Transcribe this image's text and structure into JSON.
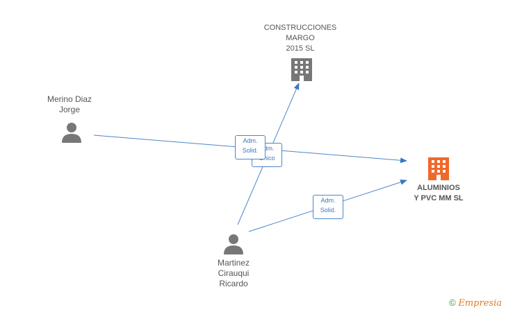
{
  "nodes": {
    "construcciones": {
      "label": "CONSTRUCCIONES\nMARGO\n2015  SL",
      "icon": "building-icon",
      "color": "#777777"
    },
    "merino": {
      "label": "Merino Diaz\nJorge",
      "icon": "person-icon",
      "color": "#777777"
    },
    "aluminios": {
      "label": "ALUMINIOS\nY PVC MM  SL",
      "icon": "building-icon",
      "color": "#f0682a"
    },
    "martinez": {
      "label": "Martinez\nCirauqui\nRicardo",
      "icon": "person-icon",
      "color": "#777777"
    }
  },
  "relations": {
    "merino_aluminios": "Adm.\nSolid.",
    "martinez_construcciones": "Adm.\nUnico",
    "martinez_aluminios": "Adm.\nSolid."
  },
  "colors": {
    "edge": "#3a78c0",
    "label_border": "#4a86c8"
  },
  "watermark": {
    "copyright": "©",
    "brand": "Empresia"
  }
}
